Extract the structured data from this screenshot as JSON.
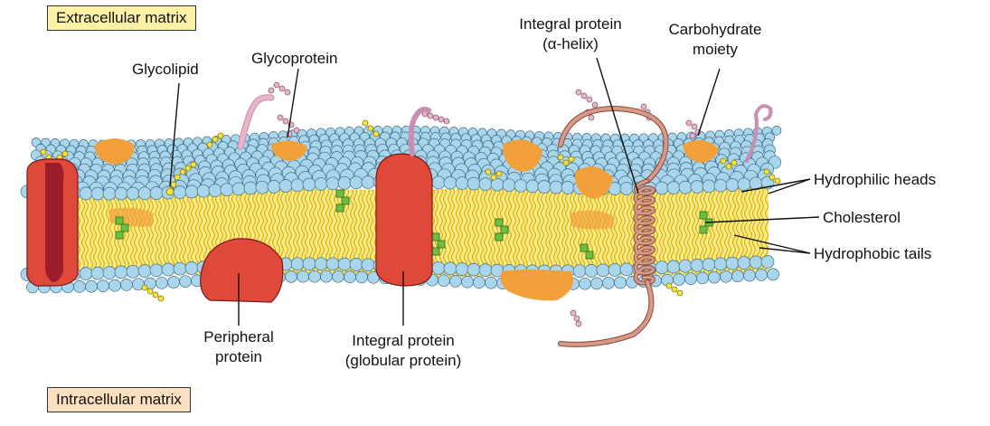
{
  "regions": {
    "extracellular": "Extracellular matrix",
    "intracellular": "Intracellular matrix"
  },
  "labels": {
    "glycolipid": "Glycolipid",
    "glycoprotein": "Glycoprotein",
    "integral_alpha_line1": "Integral protein",
    "integral_alpha_line2": "(α-helix)",
    "carbohydrate_line1": "Carbohydrate",
    "carbohydrate_line2": "moiety",
    "hydrophilic_heads": "Hydrophilic heads",
    "cholesterol": "Cholesterol",
    "hydrophobic_tails": "Hydrophobic tails",
    "peripheral_line1": "Peripheral",
    "peripheral_line2": "protein",
    "integral_globular_line1": "Integral protein",
    "integral_globular_line2": "(globular protein)"
  },
  "colors": {
    "head": "#a9d6ec",
    "head_stroke": "#3f6f8a",
    "tail": "#e8c820",
    "protein_red": "#e0483a",
    "protein_dark": "#9c1c2a",
    "orange": "#f2a03a",
    "cholesterol": "#6dbf3f",
    "helix": "#c98a78",
    "sugar": "#e7b4c8",
    "box_extra": "#fdf1a6",
    "box_intra": "#fde0c0"
  }
}
